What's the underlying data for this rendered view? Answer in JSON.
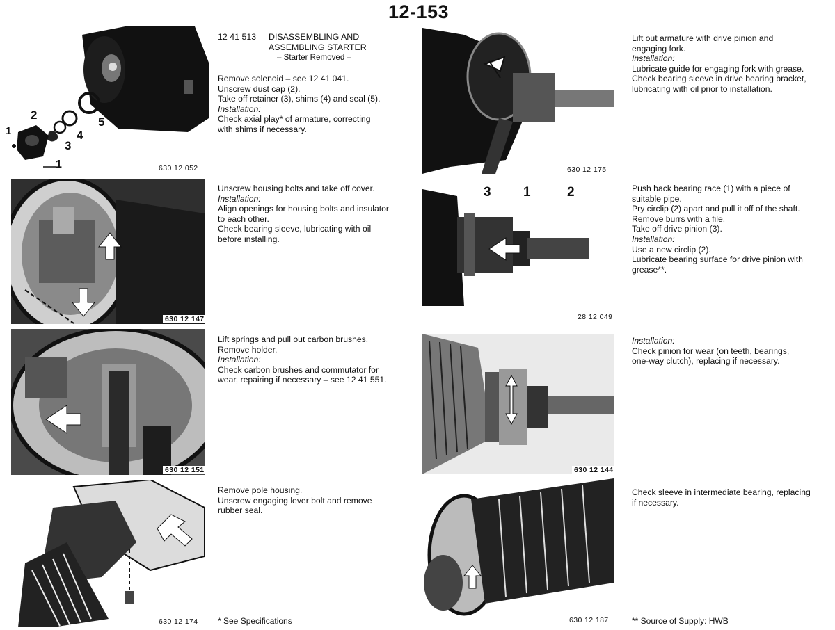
{
  "page_number": "12-153",
  "procedure": {
    "number": "12 41 513",
    "title_line1": "DISASSEMBLING AND",
    "title_line2": "ASSEMBLING STARTER",
    "subtitle": "– Starter Removed –"
  },
  "left_column": [
    {
      "figure_ref": "630 12 052",
      "callouts": [
        "1",
        "2",
        "3",
        "4",
        "5",
        "1"
      ],
      "lines": [
        {
          "text": "Remove solenoid – see 12 41 041.",
          "italic": false
        },
        {
          "text": "Unscrew dust cap (2).",
          "italic": false
        },
        {
          "text": "Take off retainer (3), shims (4) and seal (5).",
          "italic": false
        },
        {
          "text": "Installation:",
          "italic": true
        },
        {
          "text": "Check axial play* of armature, correcting",
          "italic": false
        },
        {
          "text": "with shims if necessary.",
          "italic": false
        }
      ]
    },
    {
      "figure_ref": "630 12 147",
      "lines": [
        {
          "text": "Unscrew housing bolts and take off cover.",
          "italic": false
        },
        {
          "text": "Installation:",
          "italic": true
        },
        {
          "text": "Align openings for housing bolts and insulator",
          "italic": false
        },
        {
          "text": "to each other.",
          "italic": false
        },
        {
          "text": "Check bearing sleeve, lubricating with oil",
          "italic": false
        },
        {
          "text": "before installing.",
          "italic": false
        }
      ]
    },
    {
      "figure_ref": "630 12 151",
      "lines": [
        {
          "text": "Lift springs and pull out carbon brushes.",
          "italic": false
        },
        {
          "text": "Remove holder.",
          "italic": false
        },
        {
          "text": "Installation:",
          "italic": true
        },
        {
          "text": "Check carbon brushes and commutator for",
          "italic": false
        },
        {
          "text": "wear, repairing if necessary – see 12 41 551.",
          "italic": false
        }
      ]
    },
    {
      "figure_ref": "630 12 174",
      "lines": [
        {
          "text": "Remove pole housing.",
          "italic": false
        },
        {
          "text": "Unscrew engaging lever bolt and remove",
          "italic": false
        },
        {
          "text": "rubber seal.",
          "italic": false
        }
      ]
    }
  ],
  "right_column": [
    {
      "figure_ref": "630 12 175",
      "lines": [
        {
          "text": "Lift out armature with drive pinion and",
          "italic": false
        },
        {
          "text": "engaging fork.",
          "italic": false
        },
        {
          "text": "Installation:",
          "italic": true
        },
        {
          "text": "Lubricate guide for engaging fork with grease.",
          "italic": false
        },
        {
          "text": "Check bearing sleeve in drive bearing bracket,",
          "italic": false
        },
        {
          "text": "lubricating with oil prior to installation.",
          "italic": false
        }
      ]
    },
    {
      "figure_ref": "28 12 049",
      "callouts": [
        "3",
        "1",
        "2"
      ],
      "lines": [
        {
          "text": "Push back bearing race (1) with a piece of",
          "italic": false
        },
        {
          "text": "suitable pipe.",
          "italic": false
        },
        {
          "text": "Pry circlip (2) apart and pull it off of the shaft.",
          "italic": false
        },
        {
          "text": "Remove burrs with a file.",
          "italic": false
        },
        {
          "text": "Take off drive pinion (3).",
          "italic": false
        },
        {
          "text": "Installation:",
          "italic": true
        },
        {
          "text": "Use a new circlip (2).",
          "italic": false
        },
        {
          "text": "Lubricate bearing surface for drive pinion with",
          "italic": false
        },
        {
          "text": "grease**.",
          "italic": false
        }
      ]
    },
    {
      "figure_ref": "630 12 144",
      "lines": [
        {
          "text": "Installation:",
          "italic": true
        },
        {
          "text": "Check pinion for wear (on teeth, bearings,",
          "italic": false
        },
        {
          "text": "one-way clutch), replacing if necessary.",
          "italic": false
        }
      ]
    },
    {
      "figure_ref": "630 12 187",
      "lines": [
        {
          "text": "Check sleeve in intermediate bearing, replacing",
          "italic": false
        },
        {
          "text": "if necessary.",
          "italic": false
        }
      ]
    }
  ],
  "footnotes": {
    "specs": "* See Specifications",
    "supply": "** Source of Supply: HWB"
  }
}
